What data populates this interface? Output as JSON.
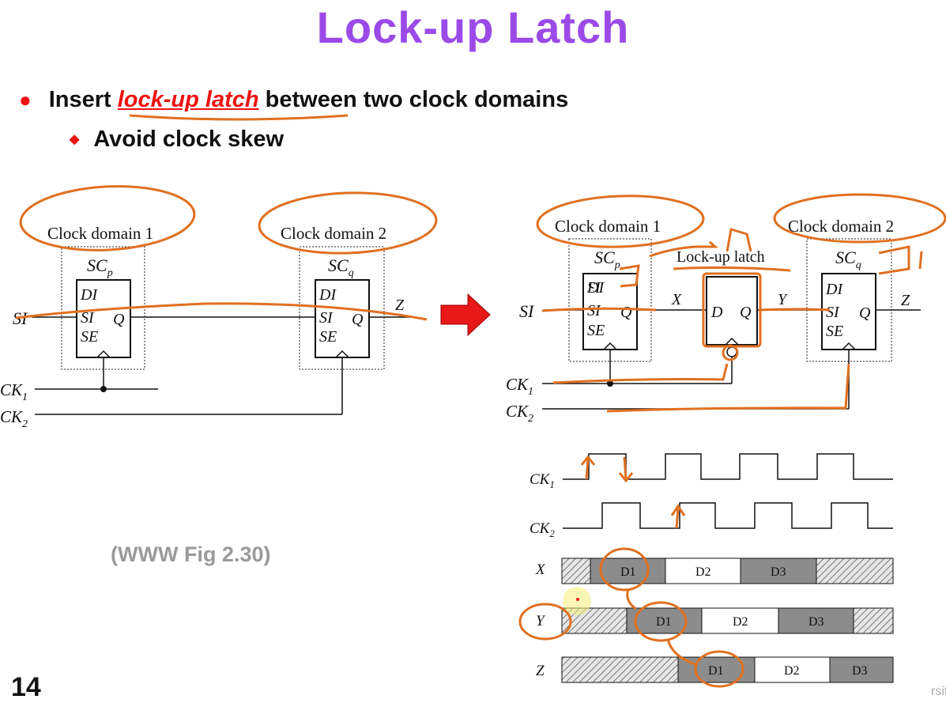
{
  "slide": {
    "title": "Lock-up Latch",
    "bullet1_pre": "Insert ",
    "bullet1_highlight": "lock-up latch",
    "bullet1_post": " between two clock domains",
    "bullet2": "Avoid clock skew",
    "figure_ref": "(WWW Fig 2.30)",
    "slide_number": "14",
    "corner_text": "rsit"
  },
  "left_diagram": {
    "domain1": "Clock domain 1",
    "domain2": "Clock domain 2",
    "cell1_label": "SCp",
    "cell2_label": "SCq",
    "pins": [
      "DI",
      "SI",
      "SE",
      "Q"
    ],
    "si": "SI",
    "z": "Z",
    "ck1": "CK1",
    "ck2": "CK2"
  },
  "right_diagram": {
    "domain1": "Clock domain 1",
    "domain2": "Clock domain 2",
    "latch_label": "Lock-up latch",
    "latch_pins": [
      "D",
      "Q"
    ],
    "x": "X",
    "y": "Y",
    "z": "Z",
    "si": "SI",
    "ck1": "CK1",
    "ck2": "CK2"
  },
  "timing": {
    "signals": [
      "CK1",
      "CK2",
      "X",
      "Y",
      "Z"
    ],
    "x_data": [
      "D1",
      "D2",
      "D3"
    ],
    "y_data": [
      "D1",
      "D2",
      "D3"
    ],
    "z_data": [
      "D1",
      "D2",
      "D3"
    ]
  },
  "colors": {
    "title": "#9b4ae8",
    "accent": "#ee1111",
    "annotation": "#e07020",
    "figure_ref": "#9a9a9a"
  }
}
